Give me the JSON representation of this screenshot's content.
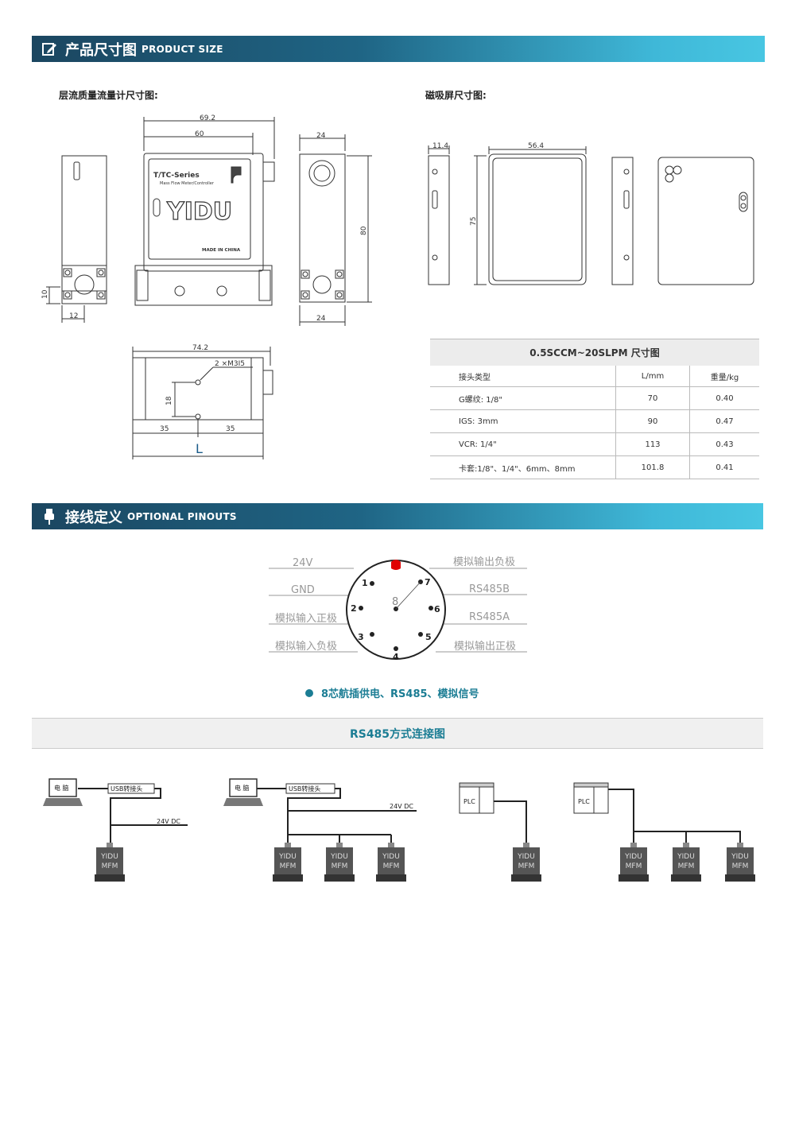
{
  "section1": {
    "title_cn": "产品尺寸图",
    "title_en": "PRODUCT SIZE"
  },
  "label_flowmeter": "层流质量流量计尺寸图:",
  "label_screen": "磁吸屏尺寸图:",
  "dims": {
    "w692": "69.2",
    "w60": "60",
    "d24top": "24",
    "h80": "80",
    "d24bot": "24",
    "h10": "10",
    "w12": "12",
    "w742": "74.2",
    "m3": "2 ×M3I5",
    "h18": "18",
    "w35a": "35",
    "w35b": "35",
    "L": "L",
    "s114": "11.4",
    "s564": "56.4",
    "s75": "75"
  },
  "device": {
    "series": "T/TC-Series",
    "subtitle": "Mass Flow Meter/Controller",
    "brand": "YIDU",
    "made": "MADE IN CHINA"
  },
  "spec_table": {
    "caption": "0.5SCCM~20SLPM 尺寸图",
    "headers": [
      "接头类型",
      "L/mm",
      "重量/kg"
    ],
    "rows": [
      [
        "G螺纹: 1/8\"",
        "70",
        "0.40"
      ],
      [
        "IGS: 3mm",
        "90",
        "0.47"
      ],
      [
        "VCR: 1/4\"",
        "113",
        "0.43"
      ],
      [
        "卡套:1/8\"、1/4\"、6mm、8mm",
        "101.8",
        "0.41"
      ]
    ]
  },
  "section2": {
    "title_cn": "接线定义",
    "title_en": "OPTIONAL PINOUTS"
  },
  "pinout": {
    "left": [
      "24V",
      "GND",
      "模拟输入正极",
      "模拟输入负极"
    ],
    "right": [
      "模拟输出负极",
      "RS485B",
      "RS485A",
      "模拟输出正极"
    ],
    "numbers": [
      "1",
      "2",
      "3",
      "4",
      "5",
      "6",
      "7",
      "8"
    ]
  },
  "pinout_caption": "8芯航插供电、RS485、模拟信号",
  "rs485_title": "RS485方式连接图",
  "wiring": {
    "pc": "电 脑",
    "usb": "USB转接头",
    "dc": "24V DC",
    "plc": "PLC",
    "mfm_line1": "YIDU",
    "mfm_line2": "MFM"
  },
  "colors": {
    "banner_dark": "#1b4660",
    "banner_light": "#48c6e2",
    "accent": "#1b7d94",
    "red_mark": "#e00000"
  }
}
